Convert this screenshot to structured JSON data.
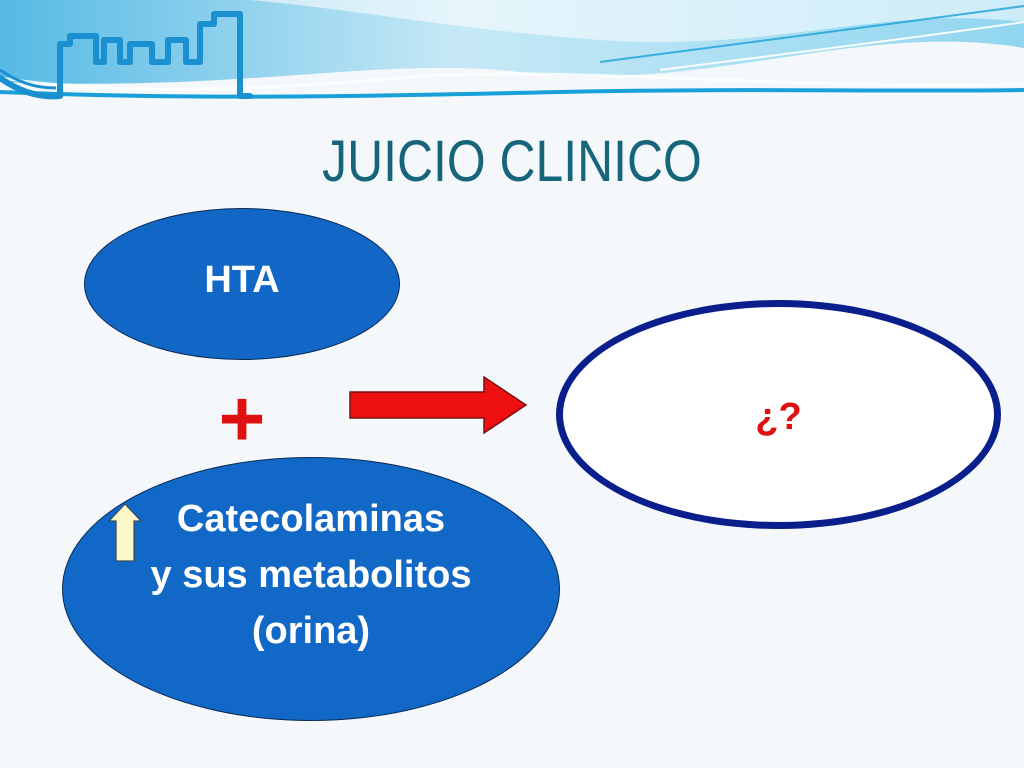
{
  "slide": {
    "title": "JUICIO CLINICO"
  },
  "diagram": {
    "node_hta": {
      "label": "HTA"
    },
    "plus_symbol": "+",
    "node_catecolaminas": {
      "lines": [
        "Catecolaminas",
        "y sus metabolitos",
        "(orina)"
      ]
    },
    "node_result": {
      "label": "¿?"
    }
  },
  "colors": {
    "title": "#17657a",
    "node_fill": "#1166c6",
    "result_border": "#0a1e8c",
    "accent_red": "#e01010",
    "up_arrow_fill": "#fbf7c8"
  },
  "icons": {
    "header": "city-skyline-icon",
    "arrow": "arrow-right-icon",
    "increase": "arrow-up-icon"
  }
}
